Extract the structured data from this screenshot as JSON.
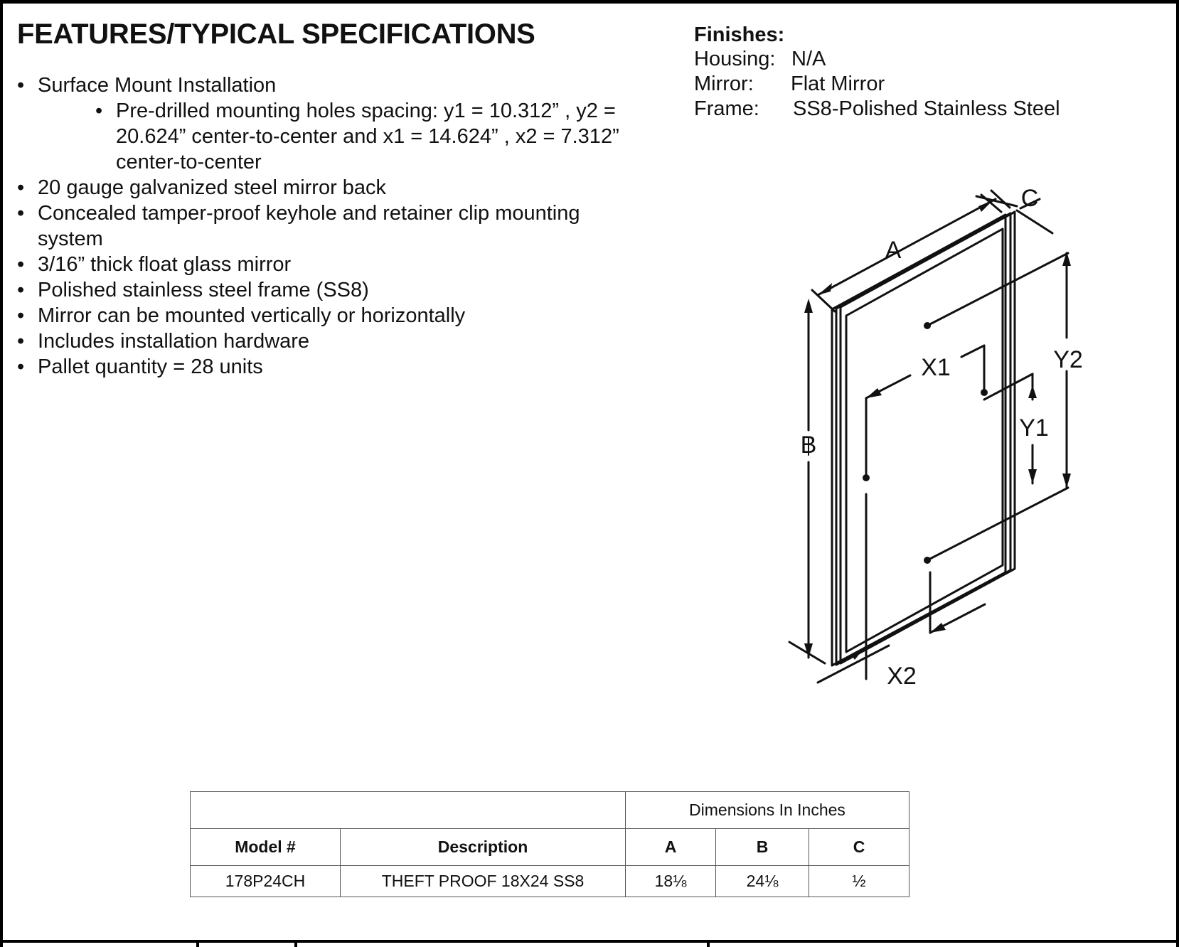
{
  "title": "FEATURES/TYPICAL SPECIFICATIONS",
  "features": {
    "item1": "Surface Mount Installation",
    "sub1_line1": "Pre-drilled mounting holes spacing: y1 = 10.312” , y2 =",
    "sub1_line2": "20.624” center-to-center and x1 = 14.624” , x2 = 7.312”",
    "sub1_line3": "center-to-center",
    "item2": "20 gauge galvanized steel mirror back",
    "item3_line1": "Concealed tamper-proof keyhole and retainer clip mounting",
    "item3_line2": "system",
    "item4": "3/16” thick float glass mirror",
    "item5": "Polished stainless steel frame (SS8)",
    "item6": "Mirror can be mounted vertically or horizontally",
    "item7": "Includes installation hardware",
    "item8": "Pallet quantity = 28 units"
  },
  "finishes": {
    "heading": "Finishes:",
    "housing_label": "Housing:",
    "housing_value": "N/A",
    "mirror_label": "Mirror:",
    "mirror_value": "Flat Mirror",
    "frame_label": "Frame:",
    "frame_value": "SS8-Polished Stainless Steel"
  },
  "drawing": {
    "label_a": "A",
    "label_b": "B",
    "label_c": "C",
    "label_x1": "X1",
    "label_x2": "X2",
    "label_y1": "Y1",
    "label_y2": "Y2"
  },
  "table": {
    "group_header": "Dimensions In Inches",
    "col_model": "Model #",
    "col_description": "Description",
    "col_a": "A",
    "col_b": "B",
    "col_c": "C",
    "row": {
      "model": "178P24CH",
      "description": "THEFT PROOF 18X24 SS8",
      "a": "18⅛",
      "b": "24⅛",
      "c": "½"
    }
  }
}
